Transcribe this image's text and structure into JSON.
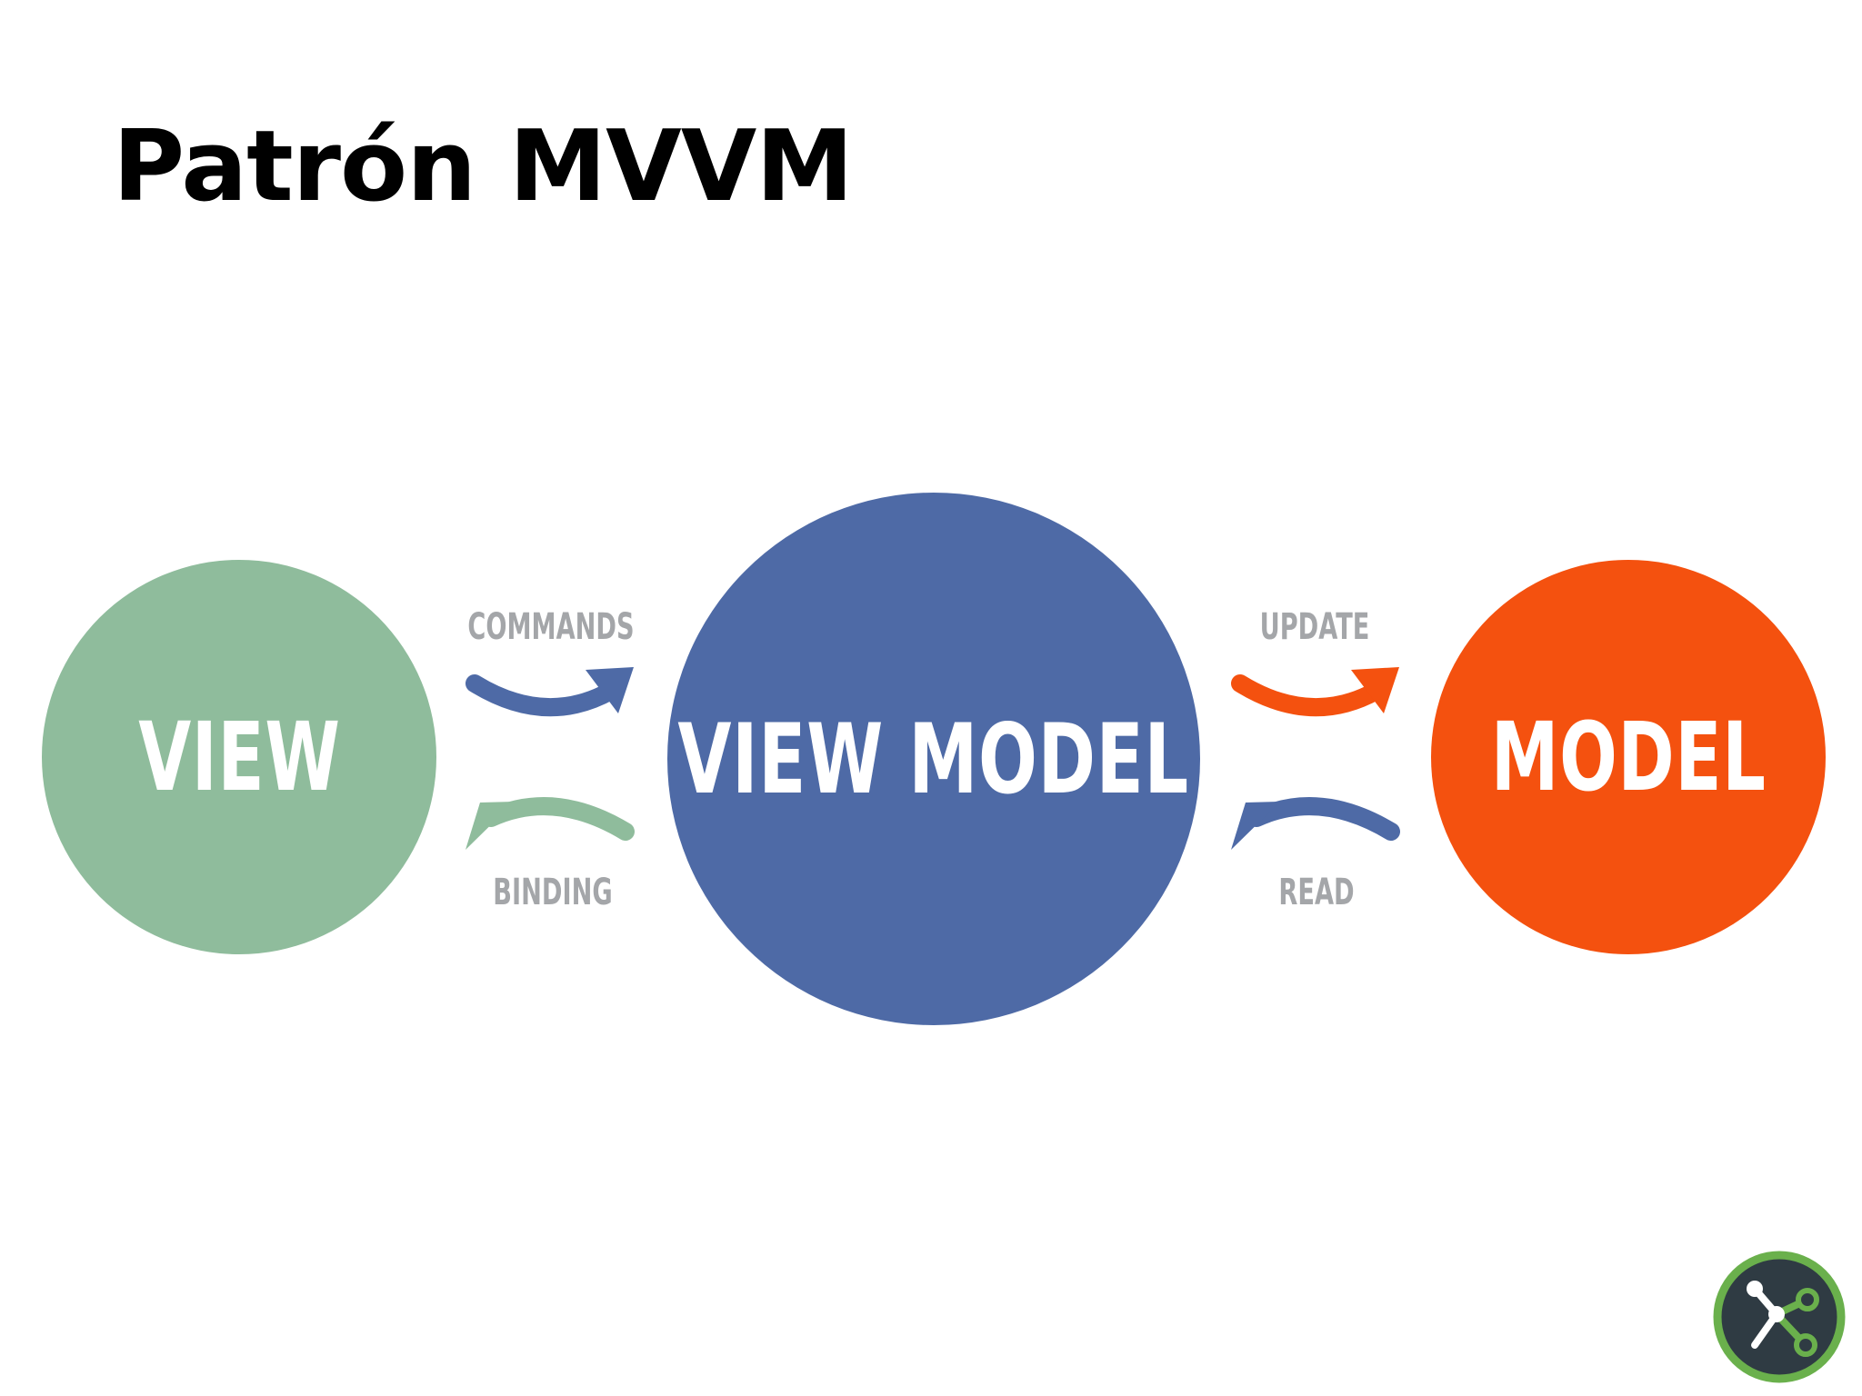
{
  "slide": {
    "title": "Patrón MVVM"
  },
  "diagram": {
    "nodes": {
      "view": {
        "label": "VIEW",
        "color": "#8fbc9c"
      },
      "view_model": {
        "label": "VIEW MODEL",
        "color": "#4e6aa6"
      },
      "model": {
        "label": "MODEL",
        "color": "#f4510f"
      }
    },
    "edges": {
      "commands": {
        "label": "COMMANDS",
        "color": "#4e6aa6"
      },
      "binding": {
        "label": "BINDING",
        "color": "#8fbc9c"
      },
      "update": {
        "label": "UPDATE",
        "color": "#f4510f"
      },
      "read": {
        "label": "READ",
        "color": "#4e6aa6"
      }
    },
    "label_color": "#a4a6a9"
  },
  "logo": {
    "icon": "share-network-icon",
    "ring_color": "#6ab04c",
    "fill_color": "#2f3b43"
  }
}
